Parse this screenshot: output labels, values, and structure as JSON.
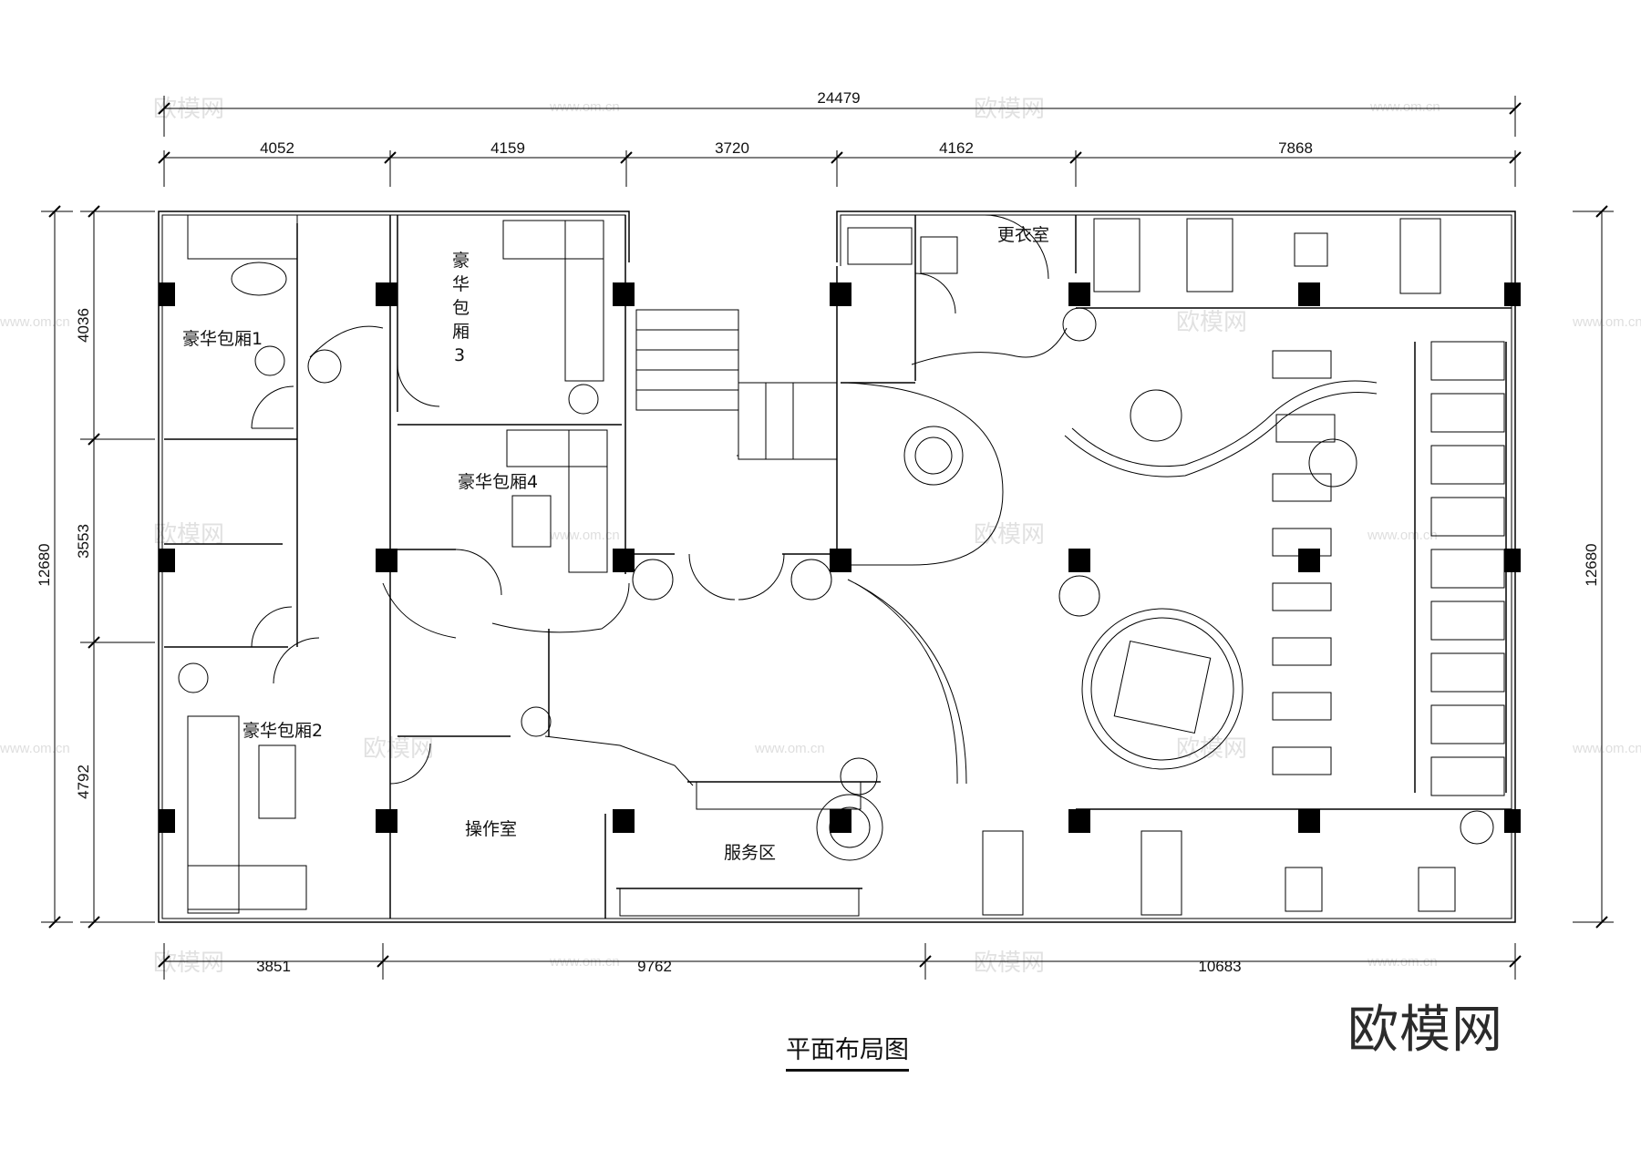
{
  "drawing": {
    "title": "平面布局图",
    "logo": "欧模网"
  },
  "dimensions": {
    "overall_width": "24479",
    "overall_height_left": "12680",
    "overall_height_right": "12680",
    "top_segments": [
      "4052",
      "4159",
      "3720",
      "4162",
      "7868"
    ],
    "bottom_segments": [
      "3851",
      "9762",
      "10683"
    ],
    "left_segments": [
      "4036",
      "3553",
      "4792"
    ]
  },
  "rooms": {
    "suite_1": "豪华包厢1",
    "suite_2": "豪华包厢2",
    "suite_3_line1": "豪",
    "suite_3_line2": "华",
    "suite_3_line3": "包",
    "suite_3_line4": "厢",
    "suite_3_line5": "3",
    "suite_4": "豪华包厢4",
    "changing_room": "更衣室",
    "operation_room": "操作室",
    "service_desk": "服务区"
  },
  "watermarks": {
    "brand": "欧模网",
    "site": "www.om.cn"
  }
}
